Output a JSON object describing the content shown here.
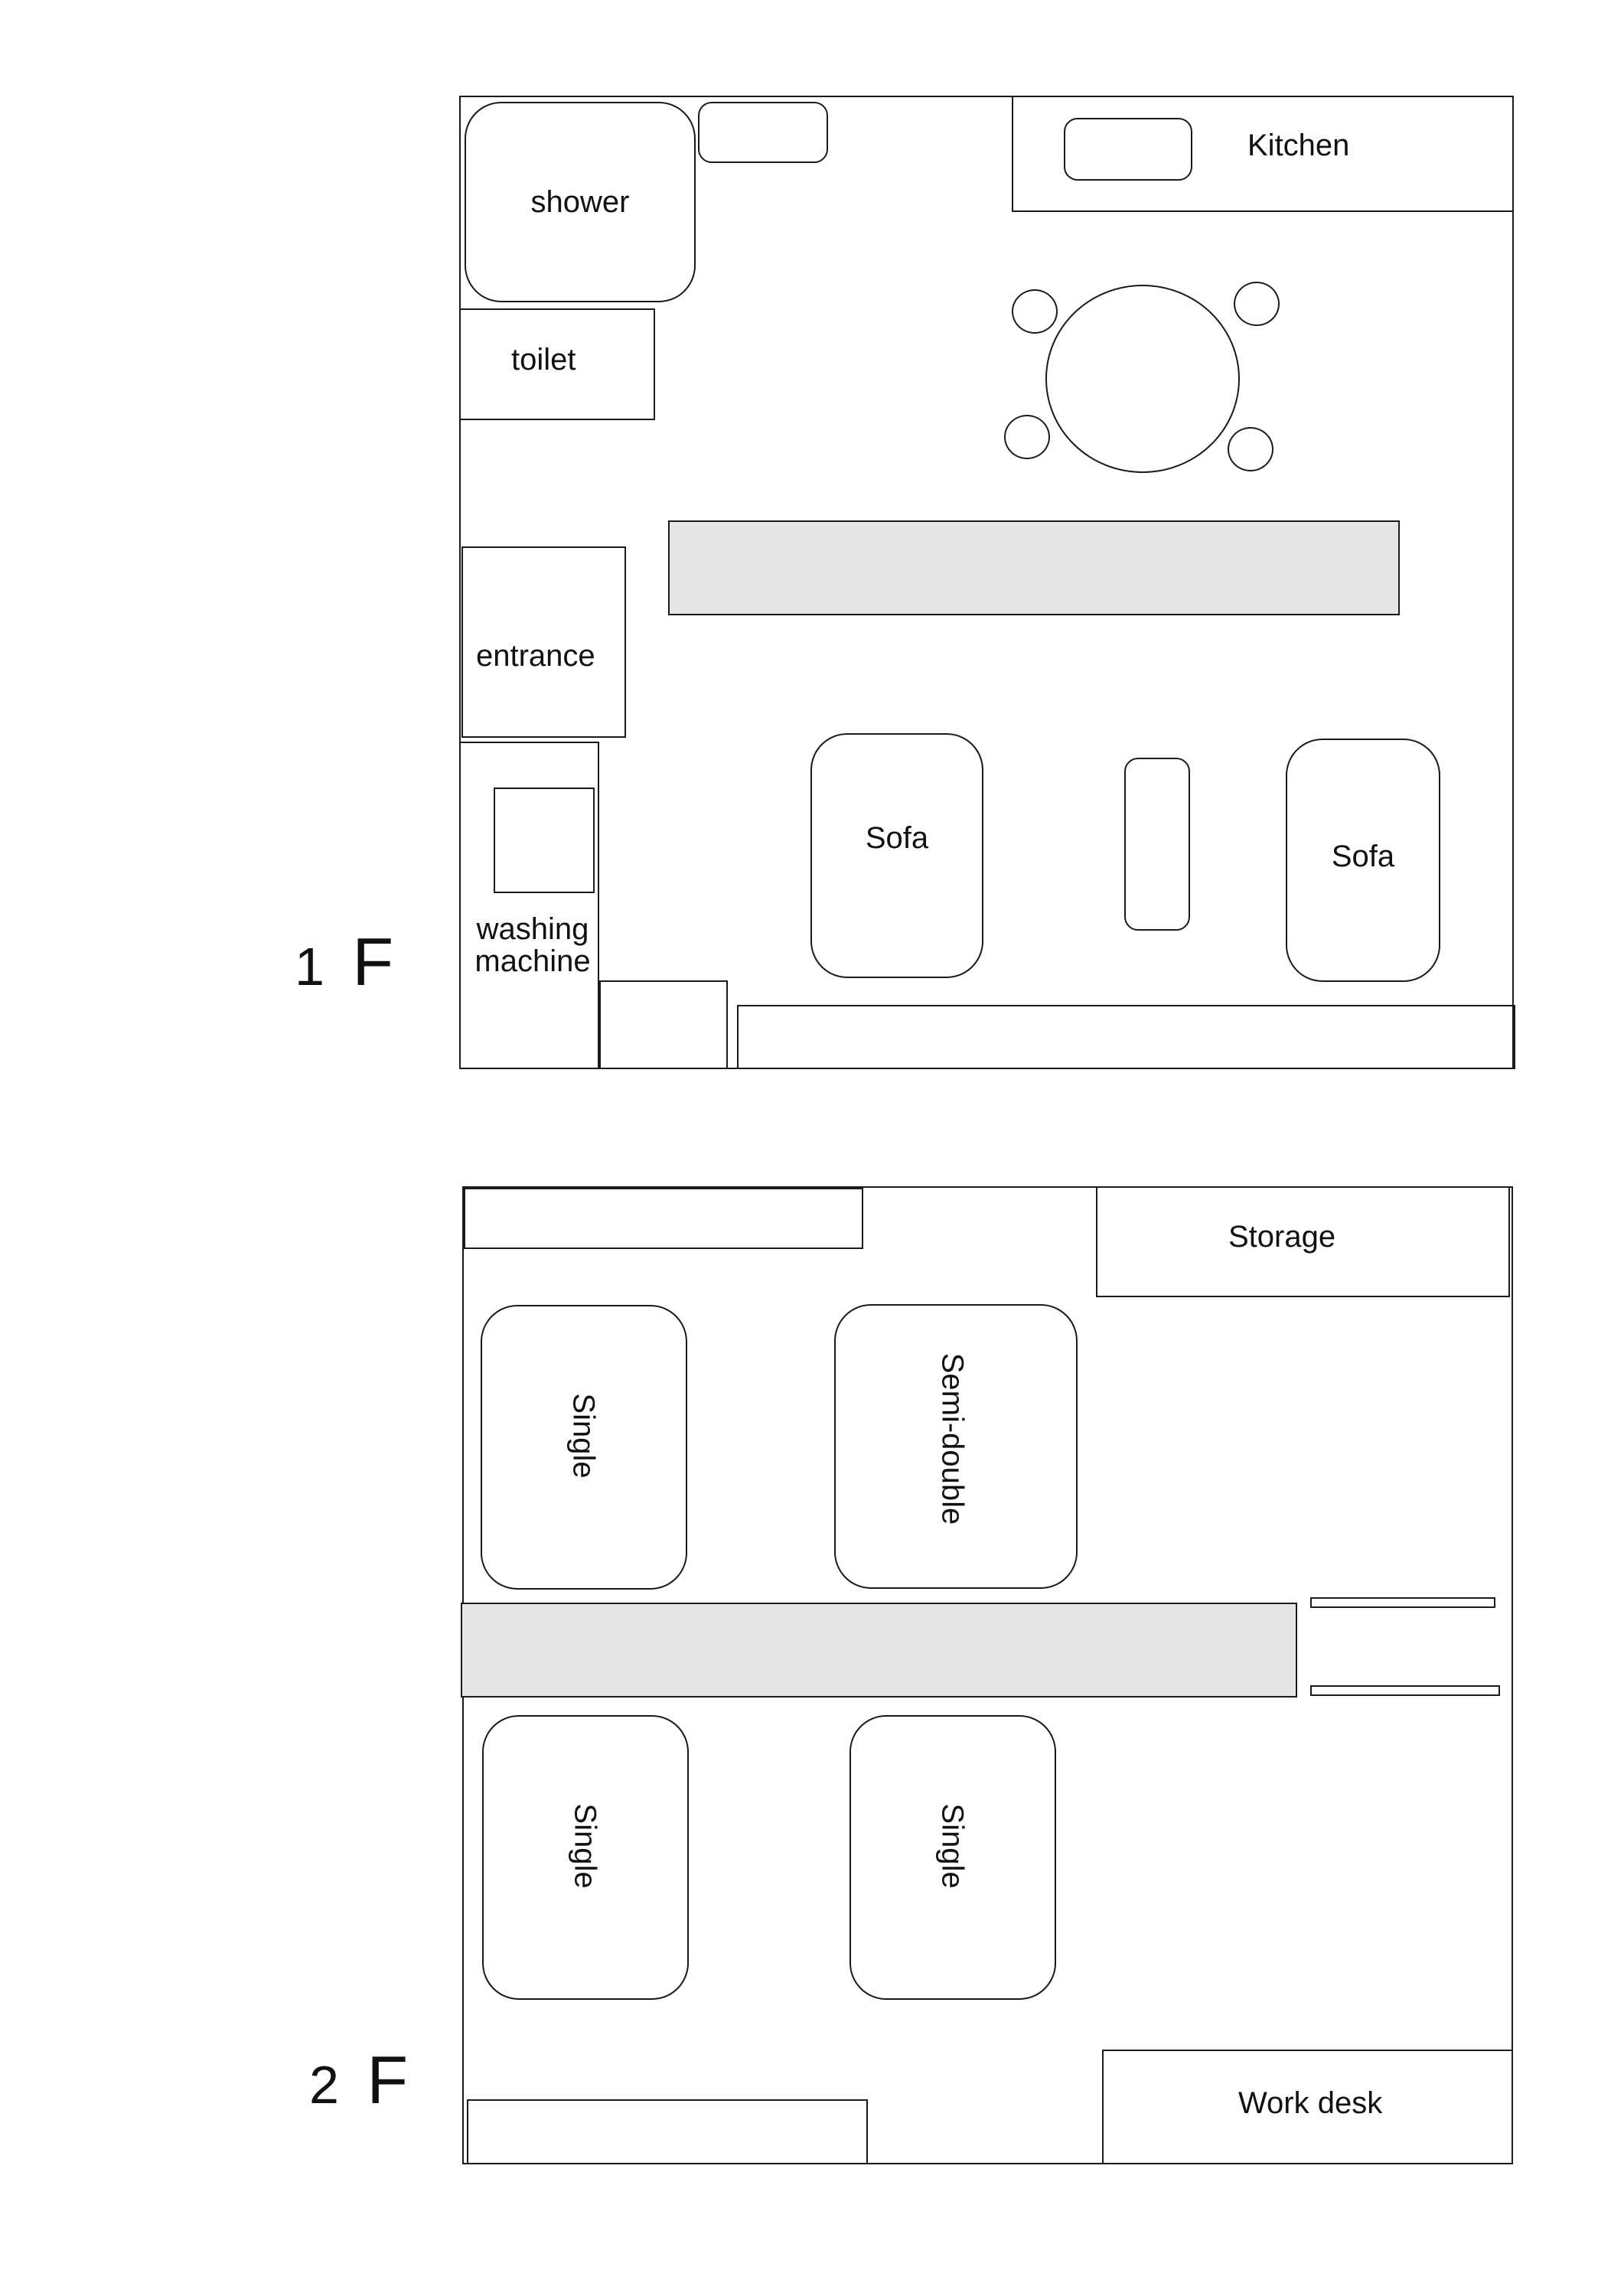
{
  "floors": [
    {
      "level": "1",
      "suffix": "F",
      "rooms": {
        "shower": "shower",
        "toilet": "toilet",
        "kitchen": "Kitchen",
        "entrance": "entrance",
        "washing_machine": "washing\nmachine",
        "sofa_left": "Sofa",
        "sofa_right": "Sofa"
      }
    },
    {
      "level": "2",
      "suffix": "F",
      "rooms": {
        "storage": "Storage",
        "bed_top_left": "Single",
        "bed_top_right": "Semi-double",
        "bed_bottom_left": "Single",
        "bed_bottom_right": "Single",
        "work_desk": "Work desk"
      }
    }
  ]
}
